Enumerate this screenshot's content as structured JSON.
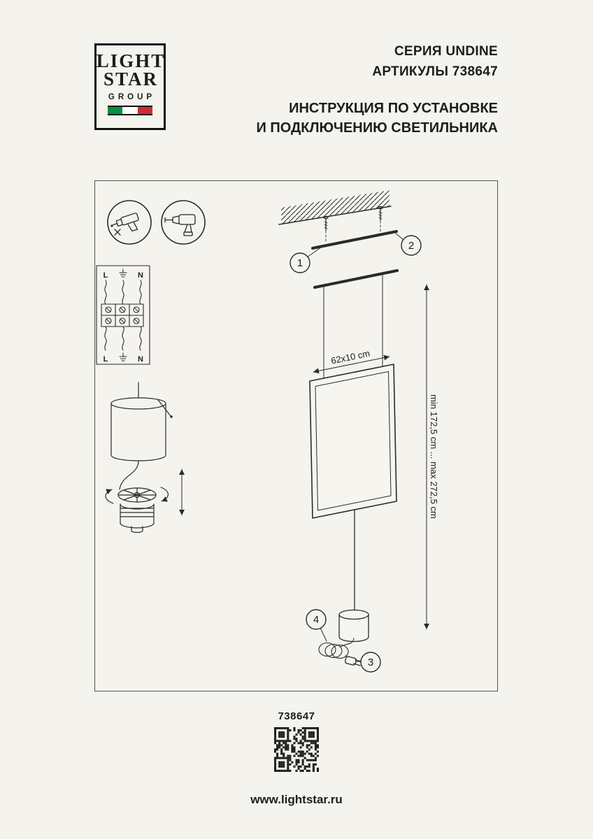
{
  "colors": {
    "page_bg": "#f4f3ee",
    "ink": "#2a2a28",
    "flag_green": "#00923f",
    "flag_white": "#fbfbf8",
    "flag_red": "#ce2b37"
  },
  "logo": {
    "line1": "LIGHT",
    "line2": "STAR",
    "line3": "GROUP"
  },
  "header": {
    "series": "СЕРИЯ UNDINE",
    "article_line": "АРТИКУЛЫ 738647",
    "instruction_line1": "ИНСТРУКЦИЯ ПО УСТАНОВКЕ",
    "instruction_line2": "И ПОДКЛЮЧЕНИЮ СВЕТИЛЬНИКА"
  },
  "diagram": {
    "wiring_labels": {
      "l": "L",
      "n": "N"
    },
    "panel_size_label": "62x10 cm",
    "height_label": "min 172,5 cm ... max 272,5 cm",
    "callout_1": "1",
    "callout_2": "2",
    "callout_3": "3",
    "callout_4": "4"
  },
  "icons": {
    "no_glue_gun": "glue-gun-crossed-out",
    "screwdriver": "cordless-screwdriver",
    "earth": "ground-symbol",
    "qr": "qr-code"
  },
  "footer": {
    "article": "738647",
    "website": "www.lightstar.ru"
  }
}
